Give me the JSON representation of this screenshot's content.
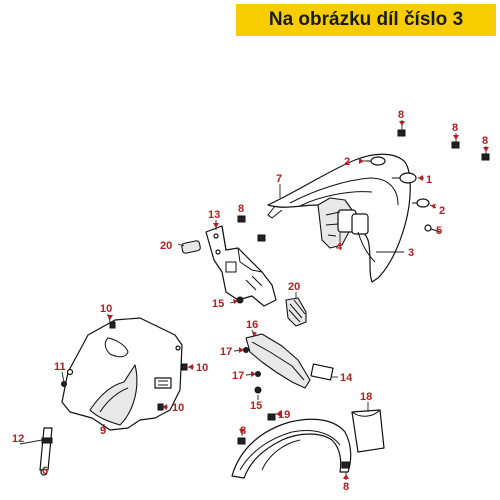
{
  "banner": {
    "text": "Na obrázku díl číslo 3",
    "background": "#f7cd00"
  },
  "label_color": "#b32020",
  "callouts": [
    {
      "id": "c8a",
      "text": "8"
    },
    {
      "id": "c8b",
      "text": "8"
    },
    {
      "id": "c8c",
      "text": "8"
    },
    {
      "id": "c8d",
      "text": "8"
    },
    {
      "id": "c8e",
      "text": "8"
    },
    {
      "id": "c8f",
      "text": "8"
    },
    {
      "id": "c2a",
      "text": "2"
    },
    {
      "id": "c1",
      "text": "1"
    },
    {
      "id": "c7",
      "text": "7"
    },
    {
      "id": "c2b",
      "text": "2"
    },
    {
      "id": "c5",
      "text": "5"
    },
    {
      "id": "c4",
      "text": "4"
    },
    {
      "id": "c3",
      "text": "3"
    },
    {
      "id": "c13",
      "text": "13"
    },
    {
      "id": "c20a",
      "text": "20"
    },
    {
      "id": "c20b",
      "text": "20"
    },
    {
      "id": "c15a",
      "text": "15"
    },
    {
      "id": "c15b",
      "text": "15"
    },
    {
      "id": "c10a",
      "text": "10"
    },
    {
      "id": "c10b",
      "text": "10"
    },
    {
      "id": "c10c",
      "text": "10"
    },
    {
      "id": "c11",
      "text": "11"
    },
    {
      "id": "c16",
      "text": "16"
    },
    {
      "id": "c17a",
      "text": "17"
    },
    {
      "id": "c17b",
      "text": "17"
    },
    {
      "id": "c14",
      "text": "14"
    },
    {
      "id": "c9",
      "text": "9"
    },
    {
      "id": "c12",
      "text": "12"
    },
    {
      "id": "c6",
      "text": "6"
    },
    {
      "id": "c19",
      "text": "19"
    },
    {
      "id": "c18",
      "text": "18"
    }
  ]
}
